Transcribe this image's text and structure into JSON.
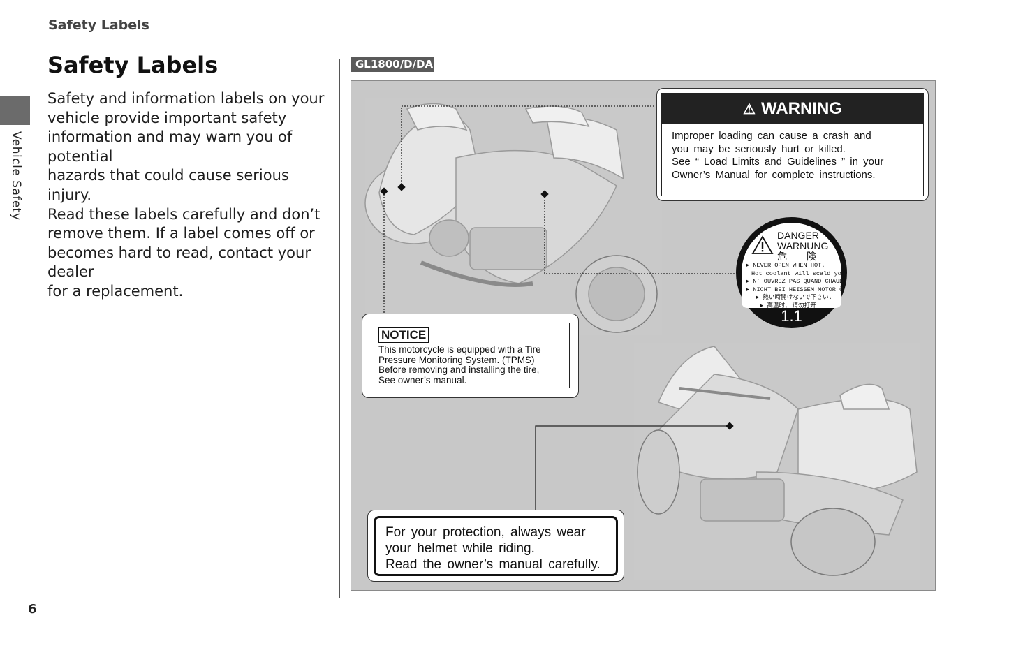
{
  "running_head": "Safety Labels",
  "side_tab_label": "Vehicle Safety",
  "page_number": "6",
  "title": "Safety Labels",
  "body_lines": [
    "Safety and information labels on your",
    "vehicle provide important safety",
    "information and may warn you of potential",
    "hazards that could cause serious injury.",
    "Read these labels carefully and don’t",
    "remove them. If a label comes off or",
    "becomes hard to read, contact your dealer",
    "for a replacement."
  ],
  "model_tag": "GL1800/D/DA",
  "labels": {
    "warning": {
      "heading": "WARNING",
      "symbol": "⚠",
      "lines": [
        "Improper loading can cause a crash and",
        "you may be seriously hurt or killed.",
        "See “ Load Limits and Guidelines ” in your",
        "Owner’s Manual for complete instructions."
      ]
    },
    "danger": {
      "title_lines": [
        "DANGER",
        "WARNUNG",
        "危　　険"
      ],
      "lines": [
        "▶ NEVER OPEN WHEN HOT.",
        "  Hot coolant will scald you.",
        "▶ N’ OUVREZ PAS QUAND CHAUD.",
        "▶ NICHT BEI HEISSEM MOTOR ÖFFNEN.",
        "▶ 熱い時開けないで下さい.",
        "▶ 高温时, 请勿打开"
      ],
      "number": "1.1"
    },
    "notice": {
      "badge": "NOTICE",
      "lines": [
        "This motorcycle is equipped with a Tire",
        "Pressure Monitoring System. (TPMS)",
        "Before removing and installing the tire,",
        "See owner’s manual."
      ]
    },
    "helmet": {
      "lines": [
        "For your protection, always wear",
        "your helmet while riding.",
        "Read the owner’s manual carefully."
      ]
    }
  },
  "colors": {
    "figure_bg": "#c8c8c8",
    "side_tab": "#6b6b6b",
    "model_tag_bg": "#5a5a5a"
  }
}
